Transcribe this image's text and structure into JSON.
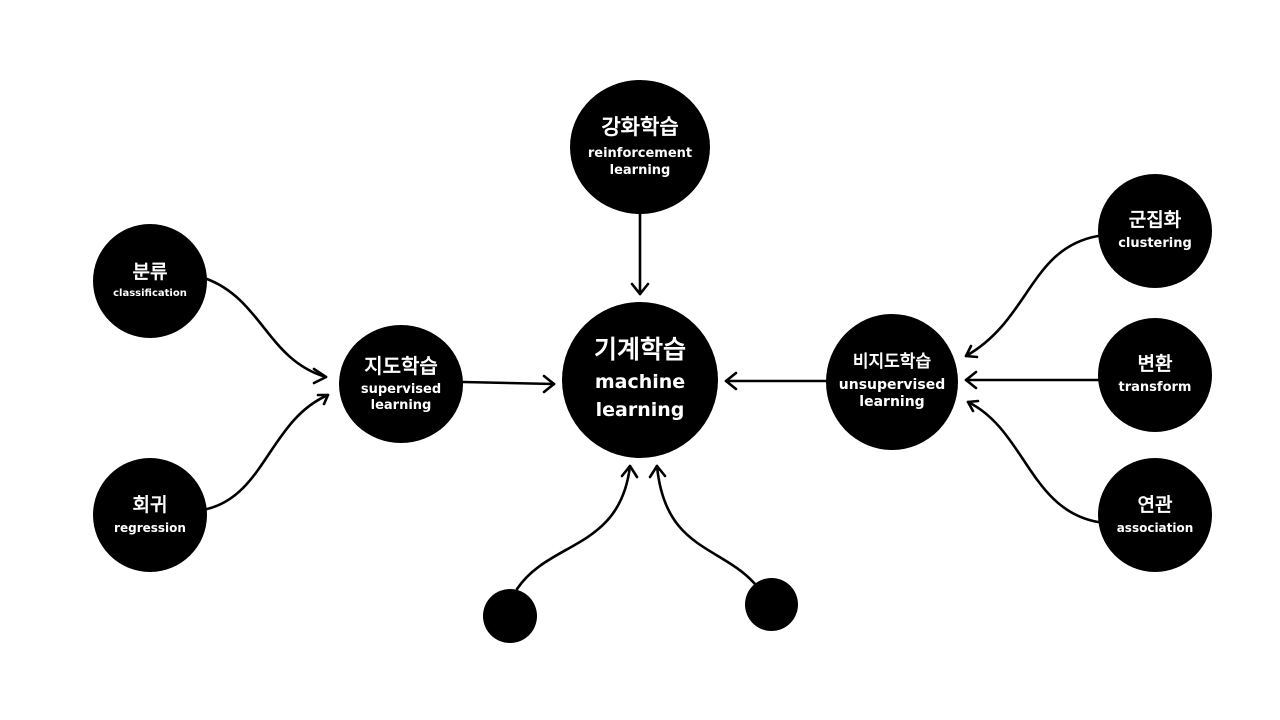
{
  "nodes": {
    "machine_learning": {
      "ko": "기계학습",
      "en": "machine learning"
    },
    "reinforcement_learning": {
      "ko": "강화학습",
      "en": "reinforcement learning"
    },
    "supervised_learning": {
      "ko": "지도학습",
      "en": "supervised learning"
    },
    "unsupervised_learning": {
      "ko": "비지도학습",
      "en": "unsupervised learning"
    },
    "classification": {
      "ko": "분류",
      "en": "classification"
    },
    "regression": {
      "ko": "회귀",
      "en": "regression"
    },
    "clustering": {
      "ko": "군집화",
      "en": "clustering"
    },
    "transform": {
      "ko": "변환",
      "en": "transform"
    },
    "association": {
      "ko": "연관",
      "en": "association"
    }
  },
  "edges": [
    {
      "from": "reinforcement_learning",
      "to": "machine_learning"
    },
    {
      "from": "supervised_learning",
      "to": "machine_learning"
    },
    {
      "from": "unsupervised_learning",
      "to": "machine_learning"
    },
    {
      "from": "classification",
      "to": "supervised_learning"
    },
    {
      "from": "regression",
      "to": "supervised_learning"
    },
    {
      "from": "clustering",
      "to": "unsupervised_learning"
    },
    {
      "from": "transform",
      "to": "unsupervised_learning"
    },
    {
      "from": "association",
      "to": "unsupervised_learning"
    },
    {
      "from": "blank_node_left",
      "to": "machine_learning"
    },
    {
      "from": "blank_node_right",
      "to": "machine_learning"
    }
  ],
  "colors": {
    "node_fill": "#000000",
    "node_text": "#ffffff",
    "edge": "#000000",
    "background": "#ffffff"
  }
}
